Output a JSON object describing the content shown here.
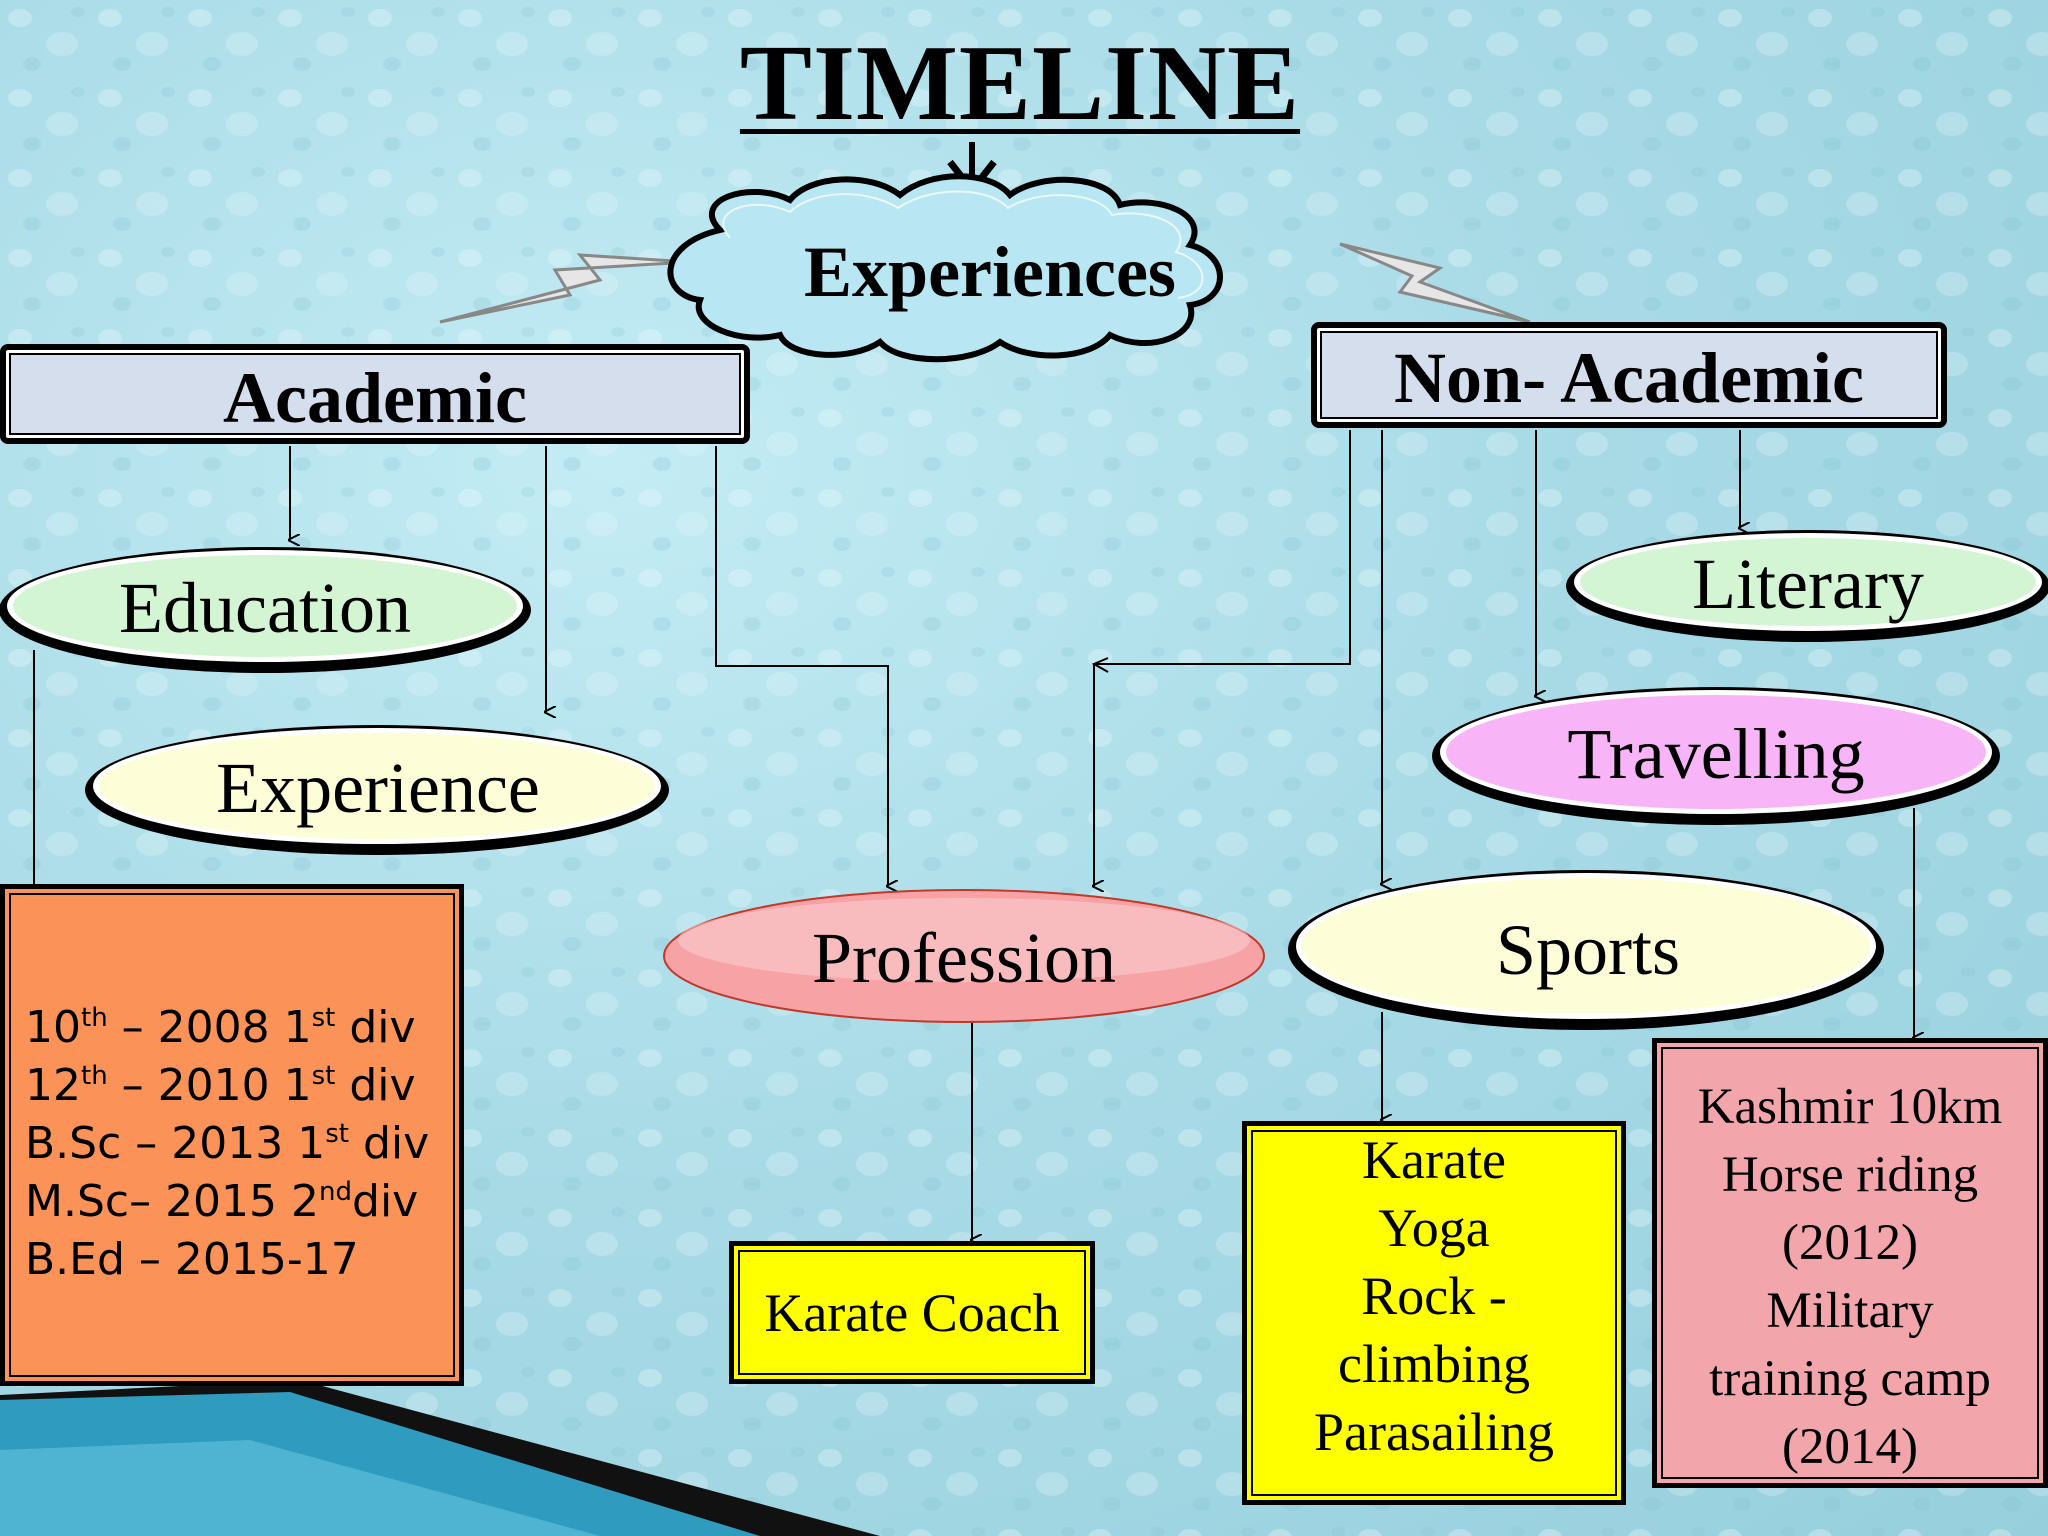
{
  "title": "TIMELINE",
  "root": "Experiences",
  "categories": {
    "academic": "Academic",
    "non_academic": "Non- Academic"
  },
  "nodes": {
    "education": "Education",
    "experience": "Experience",
    "profession": "Profession",
    "literary": "Literary",
    "travelling": "Travelling",
    "sports": "Sports"
  },
  "education_list": [
    {
      "label": "10",
      "sup": "th",
      "rest": " – 2008 1",
      "sup2": "st",
      "end": " div"
    },
    {
      "label": "12",
      "sup": "th",
      "rest": " – 2010 1",
      "sup2": "st",
      "end": " div"
    },
    {
      "label": "B.Sc",
      "sup": "",
      "rest": " – 2013 1",
      "sup2": "st",
      "end": " div"
    },
    {
      "label": "M.Sc",
      "sup": "",
      "rest": "– 2015 2",
      "sup2": "nd",
      "end": "div"
    },
    {
      "label": "B.Ed",
      "sup": "",
      "rest": " – 2015-17",
      "sup2": "",
      "end": ""
    }
  ],
  "profession_item": "Karate Coach",
  "sports_items": [
    "Karate",
    "Yoga",
    "Rock -",
    "climbing",
    "Parasailing"
  ],
  "travel_items": [
    "Kashmir 10km",
    "Horse riding",
    "(2012)",
    "Military",
    "training camp",
    "(2014)"
  ],
  "colors": {
    "background": "#a9dbe7",
    "cloud": "#b8e6f2",
    "category_box": "#d4deec",
    "education_ellipse": "#d4f5d4",
    "experience_ellipse": "#fdfdd8",
    "profession_ellipse": "#f7a3a5",
    "literary_ellipse": "#d4f5d4",
    "travelling_ellipse": "#f7b5f7",
    "sports_ellipse": "#fdfdd8",
    "education_list_box": "#fb9257",
    "yellow_box": "#ffff00",
    "travel_box": "#f2a6ac"
  }
}
